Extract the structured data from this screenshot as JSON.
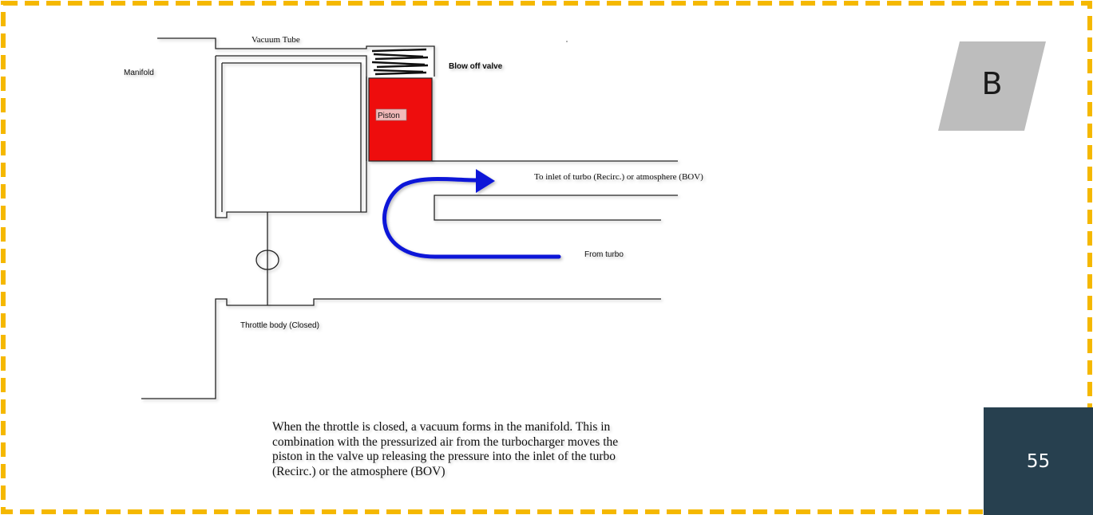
{
  "slide": {
    "badge_letter": "B",
    "page_number": "55",
    "border_color": "#f5b800",
    "page_number_bg": "#27404f"
  },
  "diagram": {
    "labels": {
      "vacuum_tube": "Vacuum Tube",
      "manifold": "Manifold",
      "blow_off_valve": "Blow off valve",
      "piston": "Piston",
      "to_inlet": "To inlet of turbo (Recirc.) or atmosphere (BOV)",
      "from_turbo": "From turbo",
      "throttle_body": "Throttle body (Closed)"
    },
    "colors": {
      "piston": "#ee1111",
      "airflow_arrow": "#0a14d8"
    }
  },
  "caption": {
    "lines": [
      "When the throttle is closed, a vacuum forms in the manifold.  This in",
      "combination with the pressurized air from the turbocharger moves the",
      "piston in the valve up releasing the pressure into the inlet of the turbo",
      "(Recirc.) or the atmosphere (BOV)"
    ]
  }
}
